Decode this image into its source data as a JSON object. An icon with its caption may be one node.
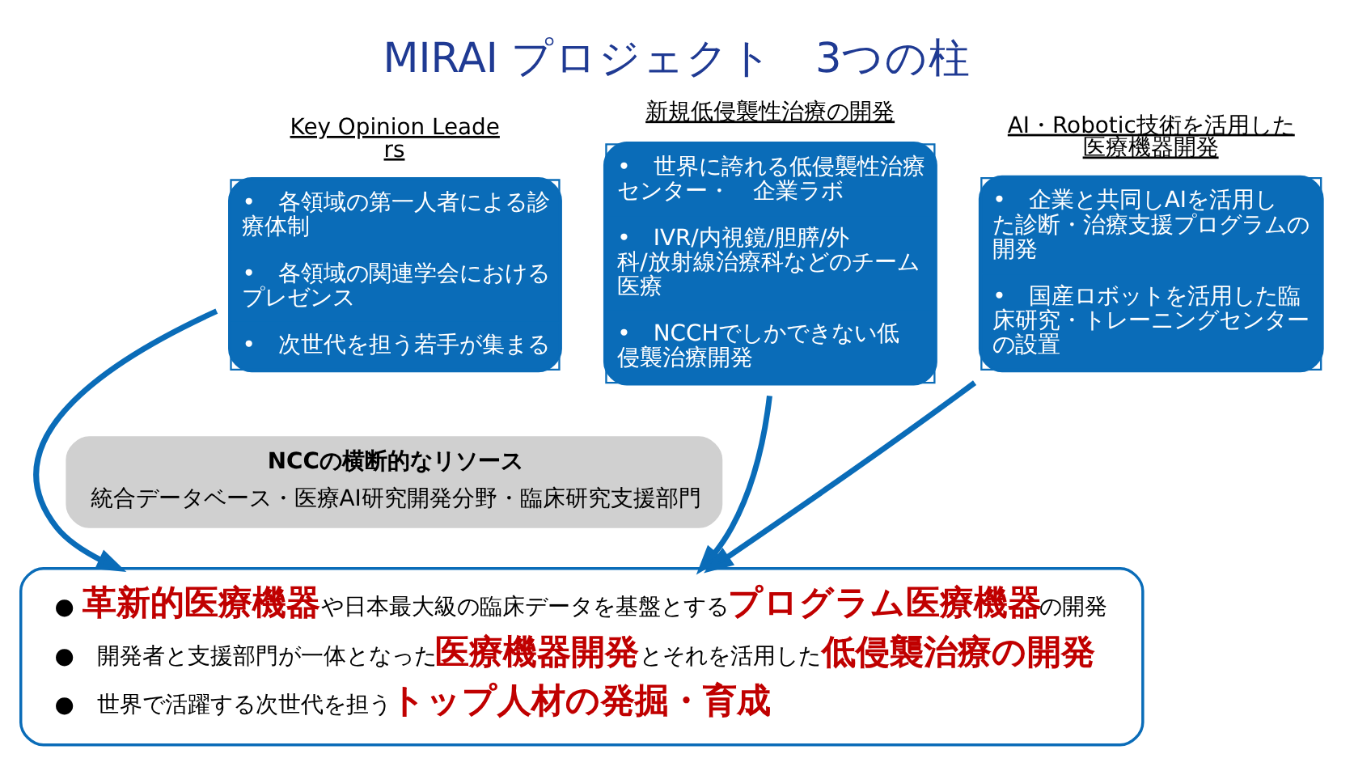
{
  "diagram": {
    "title": "MIRAI プロジェクト　3つの柱",
    "nodes": [
      {
        "text": [
          "Key Opinion Leaders",
          "•　各領域の第一人者による診療体制",
          "•　各領域の関連学会におけるプレゼンス",
          "•　次世代を担う若手が集まる"
        ]
      },
      {
        "text": [
          "新規低侵襲性治療の開発",
          "•　世界に誇れる低侵襲性治療センター・　企業ラボ",
          "•　IVR/内視鏡/胆膵/外科/放射線治療科などのチーム医療",
          "•　NCCHでしかできない低侵襲治療開発"
        ]
      },
      {
        "text": [
          "AI・Robotic技術を活用した医療機器開発",
          "•　企業と共同しAIを活用した診断・治療支援プログラムの開発",
          "•　国産ロボットを活用した臨床研究・トレーニングセンターの設置"
        ]
      },
      {
        "text": [
          "NCCの横断的なリソース",
          "統合データベース・医療AI研究開発分野・臨床研究支援部門"
        ]
      },
      {
        "text": [
          "● **革新的医療機器**や日本最大級の臨床データを基盤とする**プログラム医療機器**の開発",
          "●　開発者と支援部門が一体となった**医療機器開発**とそれを活用した**低侵襲治療の開発**",
          "●　世界で活躍する次世代を担う**トップ人材の発掘・育成**"
        ]
      }
    ],
    "edges": [
      {
        "from": 0,
        "to": 4,
        "arrow": "to"
      },
      {
        "from": 1,
        "to": 4,
        "arrow": "to"
      },
      {
        "from": 2,
        "to": 4,
        "arrow": "to"
      }
    ]
  }
}
